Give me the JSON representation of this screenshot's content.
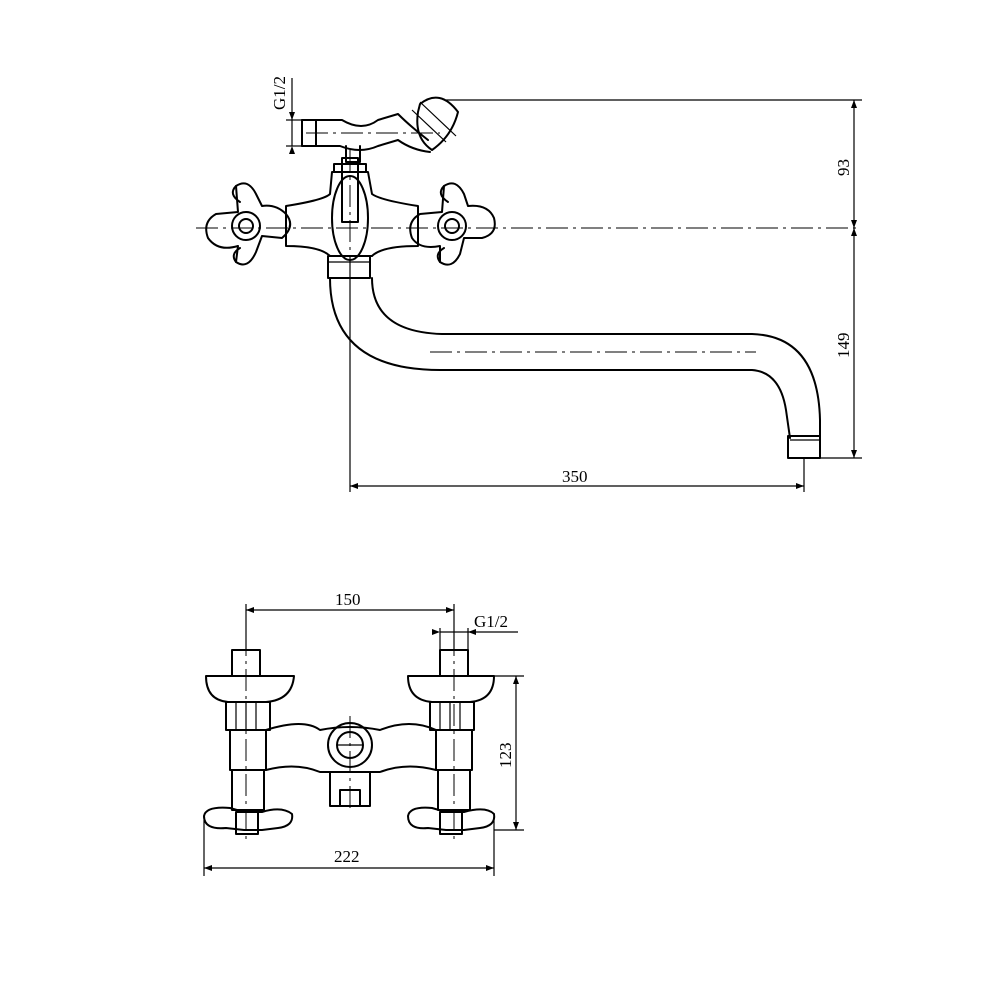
{
  "side_view": {
    "thread_label": "G1/2",
    "dim_top_height": "93",
    "dim_spout_height": "149",
    "dim_spout_reach": "350"
  },
  "front_view": {
    "dim_inlet_spacing": "150",
    "thread_label": "G1/2",
    "dim_height": "123",
    "dim_overall_width": "222"
  },
  "colors": {
    "line": "#000000",
    "background": "#ffffff"
  }
}
